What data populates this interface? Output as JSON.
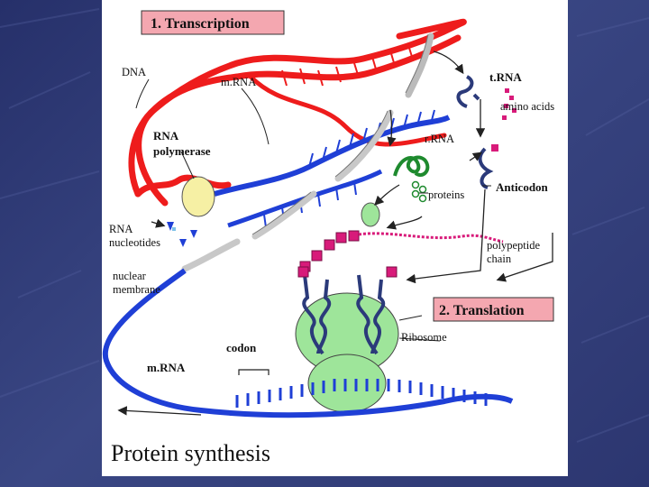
{
  "diagram": {
    "title_transcription": "1. Transcription",
    "title_translation": "2. Translation",
    "caption": "Protein synthesis",
    "labels": {
      "dna": "DNA",
      "mrna_top": "m.RNA",
      "trna": "t.RNA",
      "amino_acids": "amino acids",
      "rna_polymerase_1": "RNA",
      "rna_polymerase_2": "polymerase",
      "rrna": "r.RNA",
      "proteins": "proteins",
      "anticodon": "Anticodon",
      "rna_nucleotides_1": "RNA",
      "rna_nucleotides_2": "nucleotides",
      "polypeptide_1": "polypeptide",
      "polypeptide_2": "chain",
      "nuclear_membrane_1": "nuclear",
      "nuclear_membrane_2": "membrane",
      "codon": "codon",
      "ribosome": "Ribosome",
      "mrna_bottom": "m.RNA"
    }
  },
  "colors": {
    "dna": "#ee1c1c",
    "mrna": "#1f3fd6",
    "polymerase": "#f6f0a4",
    "ribosome": "#9ee59a",
    "trna": "#2b3a7a",
    "amino": "#d81b7a",
    "rrna": "#1e8a2e",
    "membrane": "#c8c8c8",
    "title_box": "#f4a7b0"
  }
}
